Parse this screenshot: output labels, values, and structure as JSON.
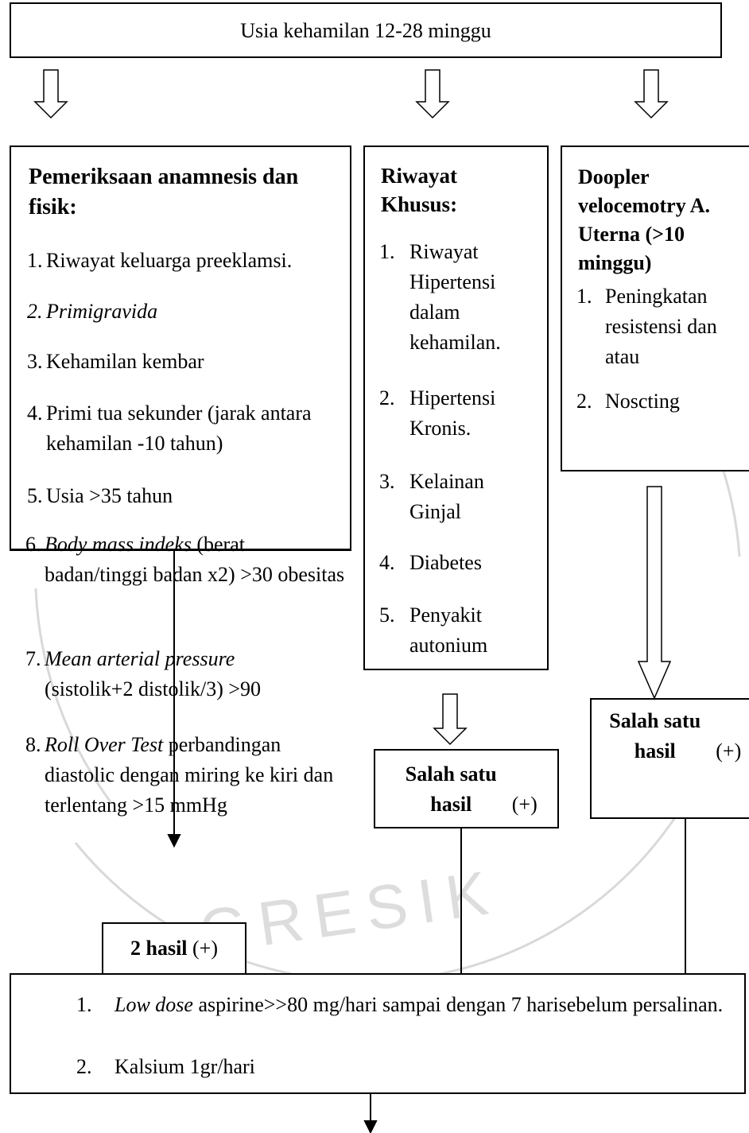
{
  "watermark": {
    "text": "GRESIK"
  },
  "top_box": {
    "title": "Usia kehamilan 12-28 minggu"
  },
  "box_anamnesis": {
    "title": "Pemeriksaan anamnesis dan fisik:",
    "items": [
      {
        "num": "1.",
        "text": "Riwayat keluarga preeklamsi."
      },
      {
        "num": "2.",
        "text": "Primigravida"
      },
      {
        "num": "3.",
        "text": "Kehamilan kembar"
      },
      {
        "num": "4.",
        "text": "Primi tua sekunder (jarak antara kehamilan -10 tahun)"
      },
      {
        "num": "5.",
        "text": "Usia >35 tahun"
      },
      {
        "num": "6.",
        "italic": "Body mass indeks",
        "text": " (berat badan/tinggi badan x2) >30 obesitas"
      },
      {
        "num": "7.",
        "italic": "Mean arterial pressure",
        "text": "(sistolik+2 distolik/3) >90"
      },
      {
        "num": "8.",
        "italic": "Roll Over Test",
        "text": " perbandingan diastolic dengan miring ke kiri dan terlentang >15 mmHg"
      }
    ]
  },
  "box_riwayat": {
    "title": "Riwayat Khusus:",
    "items": [
      {
        "num": "1.",
        "text": "Riwayat Hipertensi dalam kehamilan."
      },
      {
        "num": "2.",
        "text": "Hipertensi Kronis."
      },
      {
        "num": "3.",
        "text": "Kelainan Ginjal"
      },
      {
        "num": "4.",
        "text": "Diabetes"
      },
      {
        "num": "5.",
        "text": "Penyakit autonium"
      }
    ]
  },
  "box_doppler": {
    "title": "Doopler velocemotry A. Uterna (>10 minggu)",
    "items": [
      {
        "num": "1.",
        "text": "Peningkatan resistensi dan atau"
      },
      {
        "num": "2.",
        "text": "Noscting"
      }
    ]
  },
  "result_riwayat": {
    "bold": "Salah satu hasil",
    "rest": " (+)"
  },
  "result_doppler": {
    "bold": "Salah satu hasil",
    "rest": " (+)"
  },
  "result_anamnesis": {
    "bold": "2 hasil",
    "rest": " (+)"
  },
  "treatment": {
    "items": [
      {
        "num": "1.",
        "italic": "Low dose",
        "text": " aspirine>>80 mg/hari sampai dengan 7 harisebelum persalinan."
      },
      {
        "num": "2.",
        "text": "Kalsium 1gr/hari"
      }
    ]
  }
}
